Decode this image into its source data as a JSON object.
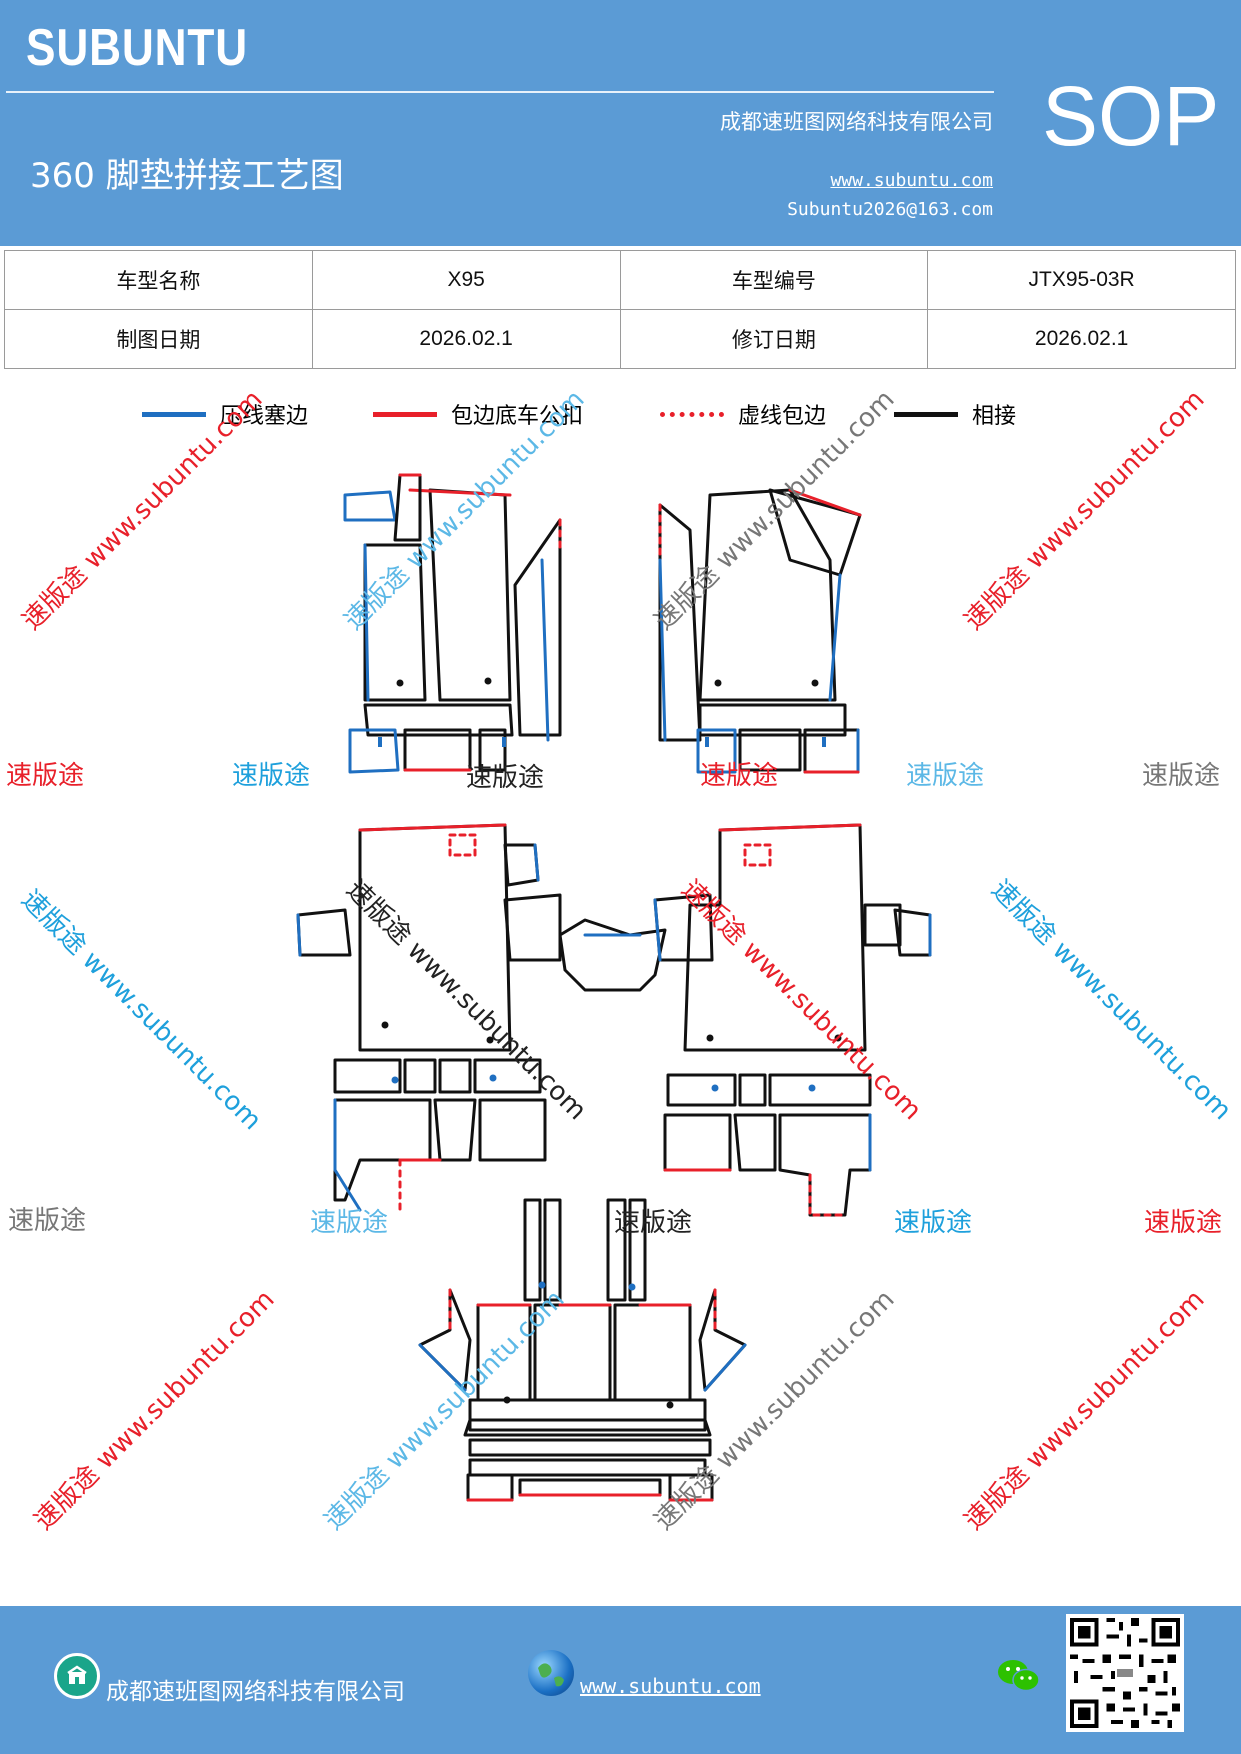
{
  "header": {
    "brand": "SUBUNTU",
    "company": "成都速班图网络科技有限公司",
    "title": "360 脚垫拼接工艺图",
    "website": "www.subuntu.com",
    "email": "Subuntu2026@163.com",
    "badge": "SOP"
  },
  "info": {
    "model_name_label": "车型名称",
    "model_name_value": "X95",
    "model_code_label": "车型编号",
    "model_code_value": "JTX95-03R",
    "draw_date_label": "制图日期",
    "draw_date_value": "2026.02.1",
    "revise_date_label": "修订日期",
    "revise_date_value": "2026.02.1"
  },
  "legend": [
    {
      "label": "压线塞边",
      "color": "#1f6fc1",
      "style": "solid"
    },
    {
      "label": "包边底车公扣",
      "color": "#e8202a",
      "style": "solid"
    },
    {
      "label": "虚线包边",
      "color": "#e8202a",
      "style": "dashed"
    },
    {
      "label": "相接",
      "color": "#111111",
      "style": "solid"
    }
  ],
  "watermark": {
    "brand_cn": "速版途",
    "diag_text": "速版途 www.subuntu.com",
    "colors": {
      "red": "#e8202a",
      "blue": "#1ea0dc",
      "gray": "#777777",
      "lightblue": "#5cb8e6",
      "black": "#222222"
    }
  },
  "footer": {
    "company": "成都速班图网络科技有限公司",
    "website": "www.subuntu.com",
    "icons": [
      "building-icon",
      "globe-icon",
      "wechat-icon",
      "qr-code"
    ]
  }
}
